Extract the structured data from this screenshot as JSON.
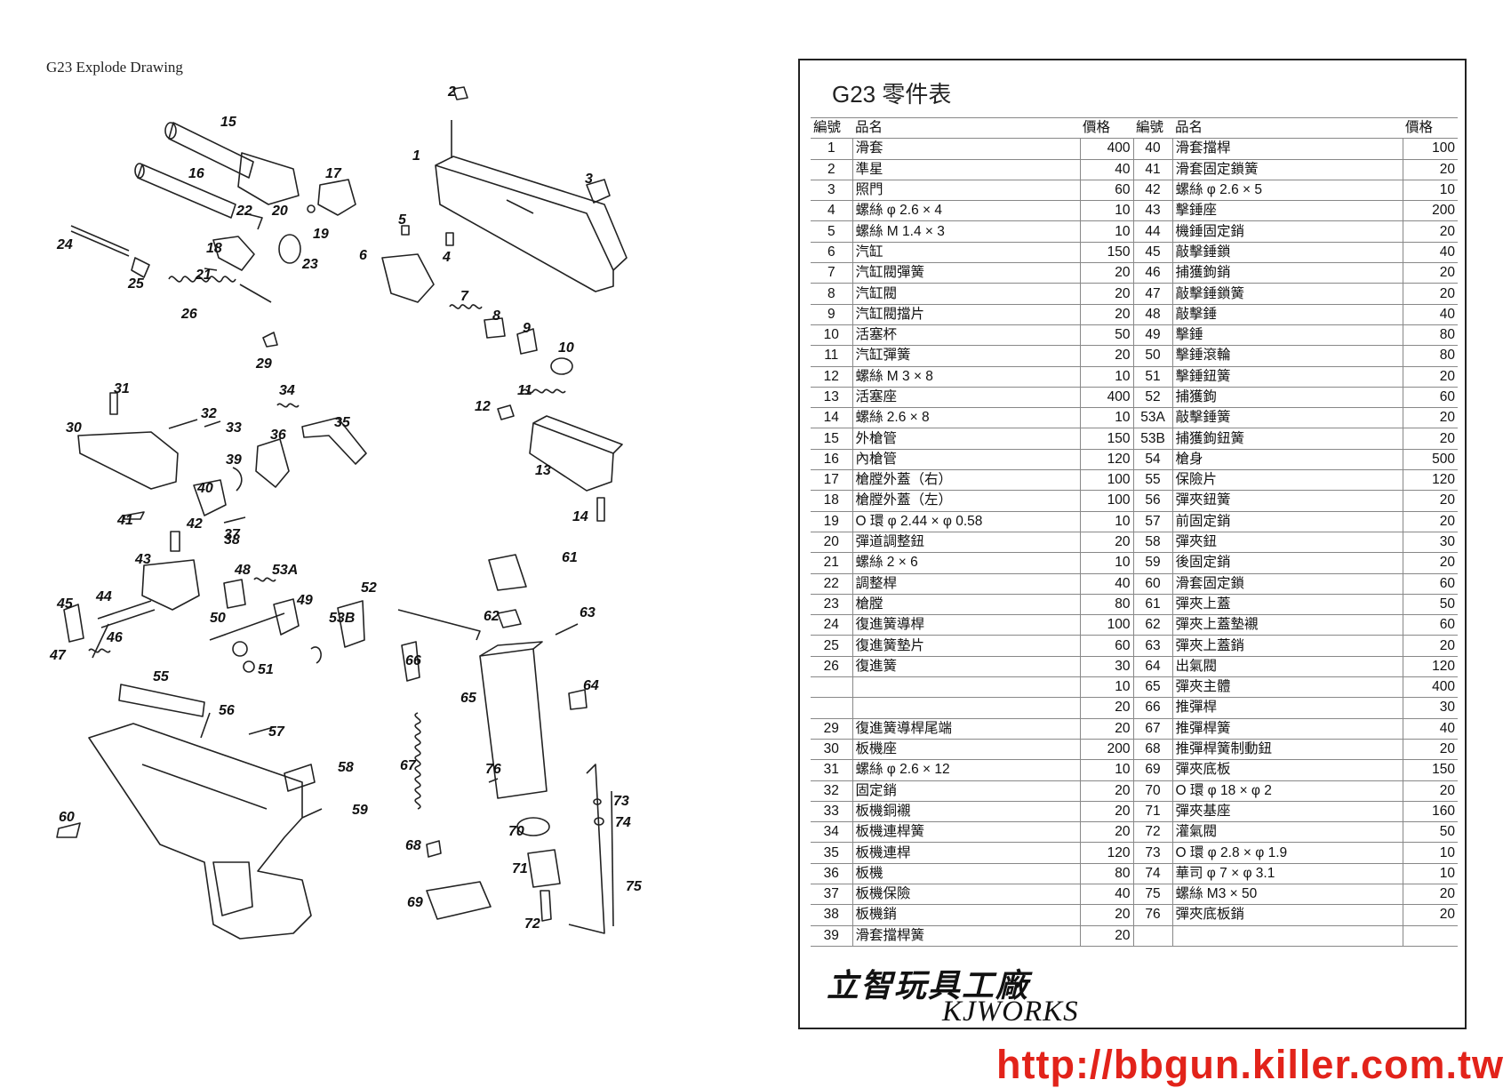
{
  "drawing_title": "G23 Explode Drawing",
  "panel_title": "G23 零件表",
  "headers": {
    "num": "編號",
    "name": "品名",
    "price": "價格"
  },
  "callouts": [
    "1",
    "2",
    "3",
    "4",
    "5",
    "6",
    "7",
    "8",
    "9",
    "10",
    "11",
    "12",
    "13",
    "14",
    "15",
    "16",
    "17",
    "18",
    "19",
    "20",
    "21",
    "22",
    "23",
    "24",
    "25",
    "26",
    "29",
    "30",
    "31",
    "32",
    "33",
    "34",
    "35",
    "36",
    "37",
    "38",
    "39",
    "40",
    "41",
    "42",
    "43",
    "44",
    "45",
    "46",
    "47",
    "48",
    "49",
    "50",
    "51",
    "52",
    "53A",
    "53B",
    "55",
    "56",
    "57",
    "58",
    "59",
    "60",
    "61",
    "62",
    "63",
    "64",
    "65",
    "66",
    "67",
    "68",
    "69",
    "70",
    "71",
    "72",
    "73",
    "74",
    "75",
    "76"
  ],
  "rows": [
    {
      "ln": "1",
      "lname": "滑套",
      "lp": "400",
      "rn": "40",
      "rname": "滑套擋桿",
      "rp": "100"
    },
    {
      "ln": "2",
      "lname": "準星",
      "lp": "40",
      "rn": "41",
      "rname": "滑套固定鎖簧",
      "rp": "20"
    },
    {
      "ln": "3",
      "lname": "照門",
      "lp": "60",
      "rn": "42",
      "rname": "螺絲 φ 2.6 × 5",
      "rp": "10"
    },
    {
      "ln": "4",
      "lname": "螺絲 φ 2.6 × 4",
      "lp": "10",
      "rn": "43",
      "rname": "擊錘座",
      "rp": "200"
    },
    {
      "ln": "5",
      "lname": "螺絲 M 1.4 × 3",
      "lp": "10",
      "rn": "44",
      "rname": "機錘固定銷",
      "rp": "20"
    },
    {
      "ln": "6",
      "lname": "汽缸",
      "lp": "150",
      "rn": "45",
      "rname": "敲擊錘鎖",
      "rp": "40"
    },
    {
      "ln": "7",
      "lname": "汽缸閥彈簧",
      "lp": "20",
      "rn": "46",
      "rname": "捕獲鉤銷",
      "rp": "20"
    },
    {
      "ln": "8",
      "lname": "汽缸閥",
      "lp": "20",
      "rn": "47",
      "rname": "敲擊錘鎖簧",
      "rp": "20"
    },
    {
      "ln": "9",
      "lname": "汽缸閥擋片",
      "lp": "20",
      "rn": "48",
      "rname": "敲擊錘",
      "rp": "40"
    },
    {
      "ln": "10",
      "lname": "活塞杯",
      "lp": "50",
      "rn": "49",
      "rname": "擊錘",
      "rp": "80"
    },
    {
      "ln": "11",
      "lname": "汽缸彈簧",
      "lp": "20",
      "rn": "50",
      "rname": "擊錘滾輪",
      "rp": "80"
    },
    {
      "ln": "12",
      "lname": "螺絲 M 3 × 8",
      "lp": "10",
      "rn": "51",
      "rname": "擊錘鈕簧",
      "rp": "20"
    },
    {
      "ln": "13",
      "lname": "活塞座",
      "lp": "400",
      "rn": "52",
      "rname": "捕獲鉤",
      "rp": "60"
    },
    {
      "ln": "14",
      "lname": "螺絲 2.6 × 8",
      "lp": "10",
      "rn": "53A",
      "rname": "敲擊錘簧",
      "rp": "20"
    },
    {
      "ln": "15",
      "lname": "外槍管",
      "lp": "150",
      "rn": "53B",
      "rname": "捕獲鉤鈕簧",
      "rp": "20"
    },
    {
      "ln": "16",
      "lname": "內槍管",
      "lp": "120",
      "rn": "54",
      "rname": "槍身",
      "rp": "500"
    },
    {
      "ln": "17",
      "lname": "槍膛外蓋（右）",
      "lp": "100",
      "rn": "55",
      "rname": "保險片",
      "rp": "120"
    },
    {
      "ln": "18",
      "lname": "槍膛外蓋（左）",
      "lp": "100",
      "rn": "56",
      "rname": "彈夾鈕簧",
      "rp": "20"
    },
    {
      "ln": "19",
      "lname": "O 環 φ 2.44 × φ 0.58",
      "lp": "10",
      "rn": "57",
      "rname": "前固定銷",
      "rp": "20"
    },
    {
      "ln": "20",
      "lname": "彈道調整鈕",
      "lp": "20",
      "rn": "58",
      "rname": "彈夾鈕",
      "rp": "30"
    },
    {
      "ln": "21",
      "lname": "螺絲 2 × 6",
      "lp": "10",
      "rn": "59",
      "rname": "後固定銷",
      "rp": "20"
    },
    {
      "ln": "22",
      "lname": "調整桿",
      "lp": "40",
      "rn": "60",
      "rname": "滑套固定鎖",
      "rp": "60"
    },
    {
      "ln": "23",
      "lname": "槍膛",
      "lp": "80",
      "rn": "61",
      "rname": "彈夾上蓋",
      "rp": "50"
    },
    {
      "ln": "24",
      "lname": "復進簧導桿",
      "lp": "100",
      "rn": "62",
      "rname": "彈夾上蓋墊襯",
      "rp": "60"
    },
    {
      "ln": "25",
      "lname": "復進簧墊片",
      "lp": "60",
      "rn": "63",
      "rname": "彈夾上蓋銷",
      "rp": "20"
    },
    {
      "ln": "26",
      "lname": "復進簧",
      "lp": "30",
      "rn": "64",
      "rname": "出氣閥",
      "rp": "120"
    },
    {
      "ln": "",
      "lname": "",
      "lp": "10",
      "rn": "65",
      "rname": "彈夾主體",
      "rp": "400"
    },
    {
      "ln": "",
      "lname": "",
      "lp": "20",
      "rn": "66",
      "rname": "推彈桿",
      "rp": "30"
    },
    {
      "ln": "29",
      "lname": "復進簧導桿尾端",
      "lp": "20",
      "rn": "67",
      "rname": "推彈桿簧",
      "rp": "40"
    },
    {
      "ln": "30",
      "lname": "板機座",
      "lp": "200",
      "rn": "68",
      "rname": "推彈桿簧制動鈕",
      "rp": "20"
    },
    {
      "ln": "31",
      "lname": "螺絲 φ 2.6 × 12",
      "lp": "10",
      "rn": "69",
      "rname": "彈夾底板",
      "rp": "150"
    },
    {
      "ln": "32",
      "lname": "固定銷",
      "lp": "20",
      "rn": "70",
      "rname": "O 環 φ 18 × φ 2",
      "rp": "20"
    },
    {
      "ln": "33",
      "lname": "板機銅襯",
      "lp": "20",
      "rn": "71",
      "rname": "彈夾基座",
      "rp": "160"
    },
    {
      "ln": "34",
      "lname": "板機連桿簧",
      "lp": "20",
      "rn": "72",
      "rname": "灌氣閥",
      "rp": "50"
    },
    {
      "ln": "35",
      "lname": "板機連桿",
      "lp": "120",
      "rn": "73",
      "rname": "O 環 φ 2.8 × φ 1.9",
      "rp": "10"
    },
    {
      "ln": "36",
      "lname": "板機",
      "lp": "80",
      "rn": "74",
      "rname": "華司 φ 7 × φ 3.1",
      "rp": "10"
    },
    {
      "ln": "37",
      "lname": "板機保險",
      "lp": "40",
      "rn": "75",
      "rname": "螺絲 M3 × 50",
      "rp": "20"
    },
    {
      "ln": "38",
      "lname": "板機銷",
      "lp": "20",
      "rn": "76",
      "rname": "彈夾底板銷",
      "rp": "20"
    },
    {
      "ln": "39",
      "lname": "滑套擋桿簧",
      "lp": "20",
      "rn": "",
      "rname": "",
      "rp": ""
    }
  ],
  "brand_cn": "立智玩具工廠",
  "brand_en": "KJWORKS",
  "site_url": "http://bbgun.killer.com.tw",
  "colors": {
    "url": "#e2231a",
    "border": "#222222",
    "ink": "#111111"
  }
}
